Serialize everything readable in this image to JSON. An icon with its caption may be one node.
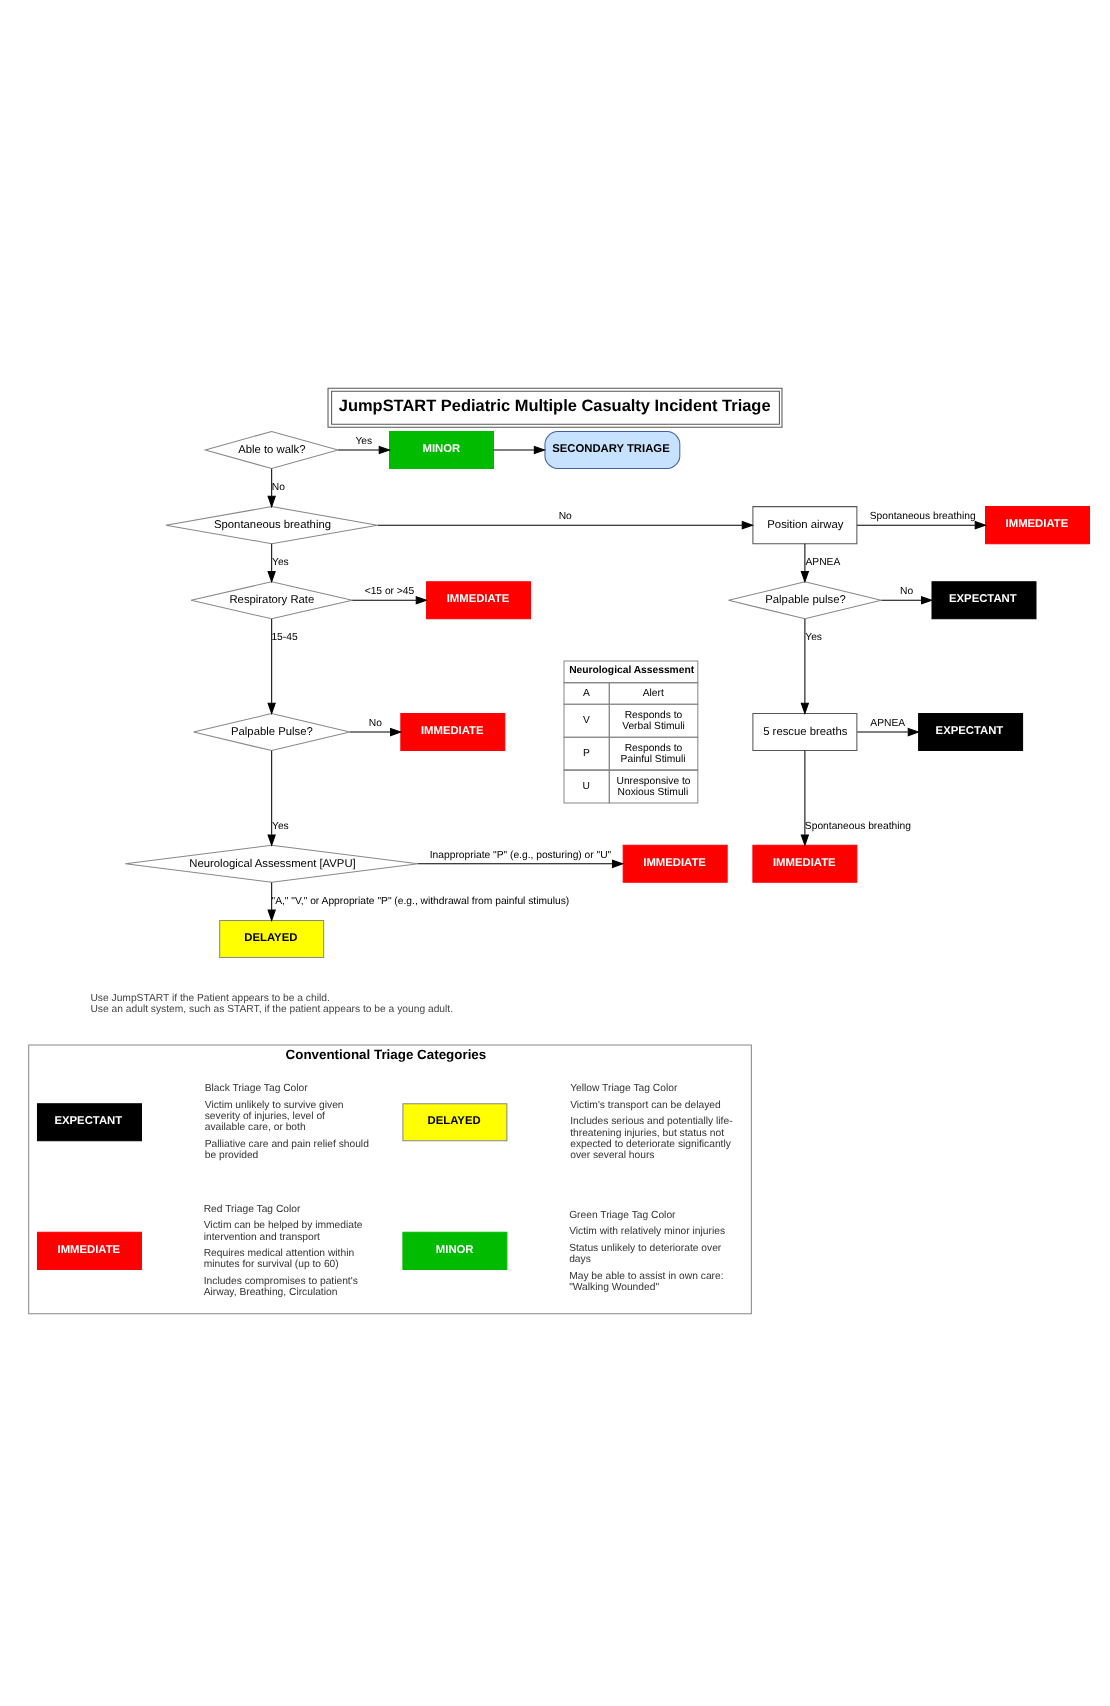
{
  "diagram": {
    "title": "JumpSTART Pediatric Multiple Casualty Incident Triage",
    "nodes": [
      {
        "text": [
          "Able to walk?"
        ]
      },
      {
        "text": [
          "MINOR"
        ]
      },
      {
        "text": [
          "SECONDARY TRIAGE"
        ]
      },
      {
        "text": [
          "Spontaneous breathing"
        ]
      },
      {
        "text": [
          "Position airway"
        ]
      },
      {
        "text": [
          "IMMEDIATE"
        ]
      },
      {
        "text": [
          "Palpable pulse?"
        ]
      },
      {
        "text": [
          "EXPECTANT"
        ]
      },
      {
        "text": [
          "5 rescue breaths"
        ]
      },
      {
        "text": [
          "EXPECTANT"
        ]
      },
      {
        "text": [
          "IMMEDIATE"
        ]
      },
      {
        "text": [
          "Respiratory Rate"
        ]
      },
      {
        "text": [
          "IMMEDIATE"
        ]
      },
      {
        "text": [
          "Palpable Pulse?"
        ]
      },
      {
        "text": [
          "IMMEDIATE"
        ]
      },
      {
        "text": [
          "Neurological Assessment [AVPU]"
        ]
      },
      {
        "text": [
          "IMMEDIATE"
        ]
      },
      {
        "text": [
          "DELAYED"
        ]
      },
      {
        "text": [
          "Conventional Triage Categories"
        ]
      },
      {
        "text": [
          "EXPECTANT"
        ],
        "in": 18,
        "beside": [
          "Black Triage Tag Color",
          "Victim unlikely to survive given severity of injuries, level of available care, or both",
          "Palliative care and pain relief should be provided"
        ]
      },
      {
        "text": [
          "DELAYED"
        ],
        "in": 18,
        "beside": [
          "Yellow Triage Tag Color",
          "Victim's transport can be delayed",
          "Includes serious and potentially life-threatening injuries, but status not expected to deteriorate significantly over several hours"
        ]
      },
      {
        "text": [
          "IMMEDIATE"
        ],
        "in": 18,
        "beside": [
          "Red Triage Tag Color",
          "Victim can be helped by immediate intervention and transport",
          "Requires medical attention within minutes for survival (up to 60)",
          "Includes compromises to patient's Airway, Breathing, Circulation"
        ]
      },
      {
        "text": [
          "MINOR"
        ],
        "in": 18,
        "beside": [
          "Green Triage Tag Color",
          "Victim with relatively minor injuries",
          "Status unlikely to deteriorate over days",
          "May be able to assist in own care: \"Walking Wounded\""
        ]
      }
    ],
    "edges": [
      {
        "from": 0,
        "to": 1,
        "arrow": "to",
        "label": "Yes"
      },
      {
        "from": 1,
        "to": 2,
        "arrow": "to"
      },
      {
        "from": 0,
        "to": 3,
        "arrow": "to",
        "label": "No"
      },
      {
        "from": 3,
        "to": 4,
        "arrow": "to",
        "label": "No"
      },
      {
        "from": 4,
        "to": 5,
        "arrow": "to",
        "label": "Spontaneous breathing"
      },
      {
        "from": 4,
        "to": 6,
        "arrow": "to",
        "label": "APNEA"
      },
      {
        "from": 6,
        "to": 7,
        "arrow": "to",
        "label": "No"
      },
      {
        "from": 3,
        "to": 11,
        "arrow": "to",
        "label": "Yes"
      },
      {
        "from": 6,
        "to": 8,
        "arrow": "to",
        "label": "Yes"
      },
      {
        "from": 8,
        "to": 9,
        "arrow": "to",
        "label": "APNEA"
      },
      {
        "from": 8,
        "to": 10,
        "arrow": "to",
        "label": "Spontaneous breathing"
      },
      {
        "from": 11,
        "to": 12,
        "arrow": "to",
        "label": "<15 or >45"
      },
      {
        "from": 11,
        "to": 13,
        "arrow": "to",
        "label": "15-45"
      },
      {
        "from": 13,
        "to": 14,
        "arrow": "to",
        "label": "No"
      },
      {
        "from": 13,
        "to": 15,
        "arrow": "to",
        "label": "Yes"
      },
      {
        "from": 15,
        "to": 16,
        "arrow": "to",
        "label": "Inappropriate \"P\" (e.g., posturing) or \"U\""
      },
      {
        "from": 15,
        "to": 17,
        "arrow": "to",
        "label": "\"A,\" \"V,\" or Appropriate \"P\" (e.g., withdrawal from painful stimulus)"
      }
    ],
    "labels": [
      "Neurological Assessment",
      "A",
      "Alert",
      "V",
      "Responds to Verbal Stimuli",
      "P",
      "Responds to Painful Stimuli",
      "U",
      "Unresponsive to Noxious Stimuli",
      "Use JumpSTART if the Patient appears to be a child.",
      "Use an adult system, such as START, if the patient appears to be a young adult."
    ]
  }
}
